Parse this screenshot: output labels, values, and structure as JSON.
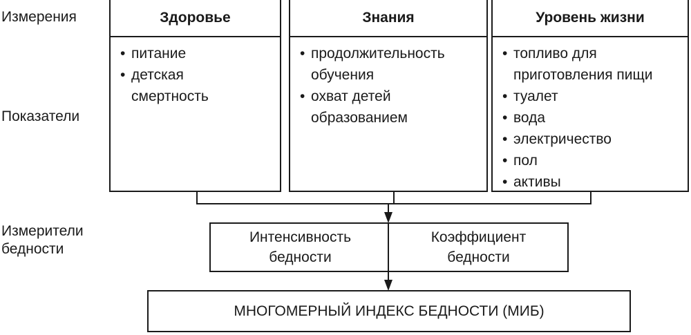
{
  "row_labels": {
    "dimensions": "Измерения",
    "indicators": "Показатели",
    "measures": "Измерители бедности"
  },
  "dimensions": [
    {
      "title": "Здоровье",
      "items": [
        "питание",
        "детская смертность"
      ]
    },
    {
      "title": "Знания",
      "items": [
        "продолжительность обучения",
        "охват детей образованием"
      ]
    },
    {
      "title": "Уровень жизни",
      "items": [
        "топливо для приготовления пищи",
        "туалет",
        "вода",
        "электричество",
        "пол",
        "активы"
      ]
    }
  ],
  "measures": [
    "Интенсивность бедности",
    "Коэффициент бедности"
  ],
  "result": "МНОГОМЕРНЫЙ ИНДЕКС БЕДНОСТИ (МИБ)",
  "bullet": "•"
}
